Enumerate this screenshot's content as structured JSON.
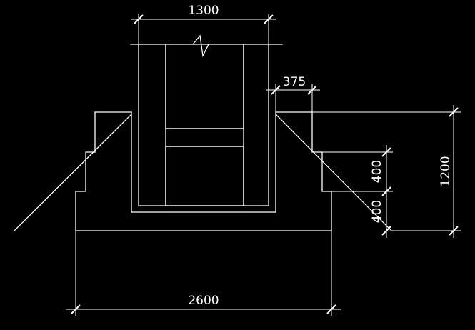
{
  "dimensions": {
    "top_width": "1300",
    "side_offset": "375",
    "step_upper": "400",
    "step_lower": "400",
    "total_height": "1200",
    "base_width": "2600"
  },
  "colors": {
    "background": "#000000",
    "lines": "#ffffff"
  }
}
